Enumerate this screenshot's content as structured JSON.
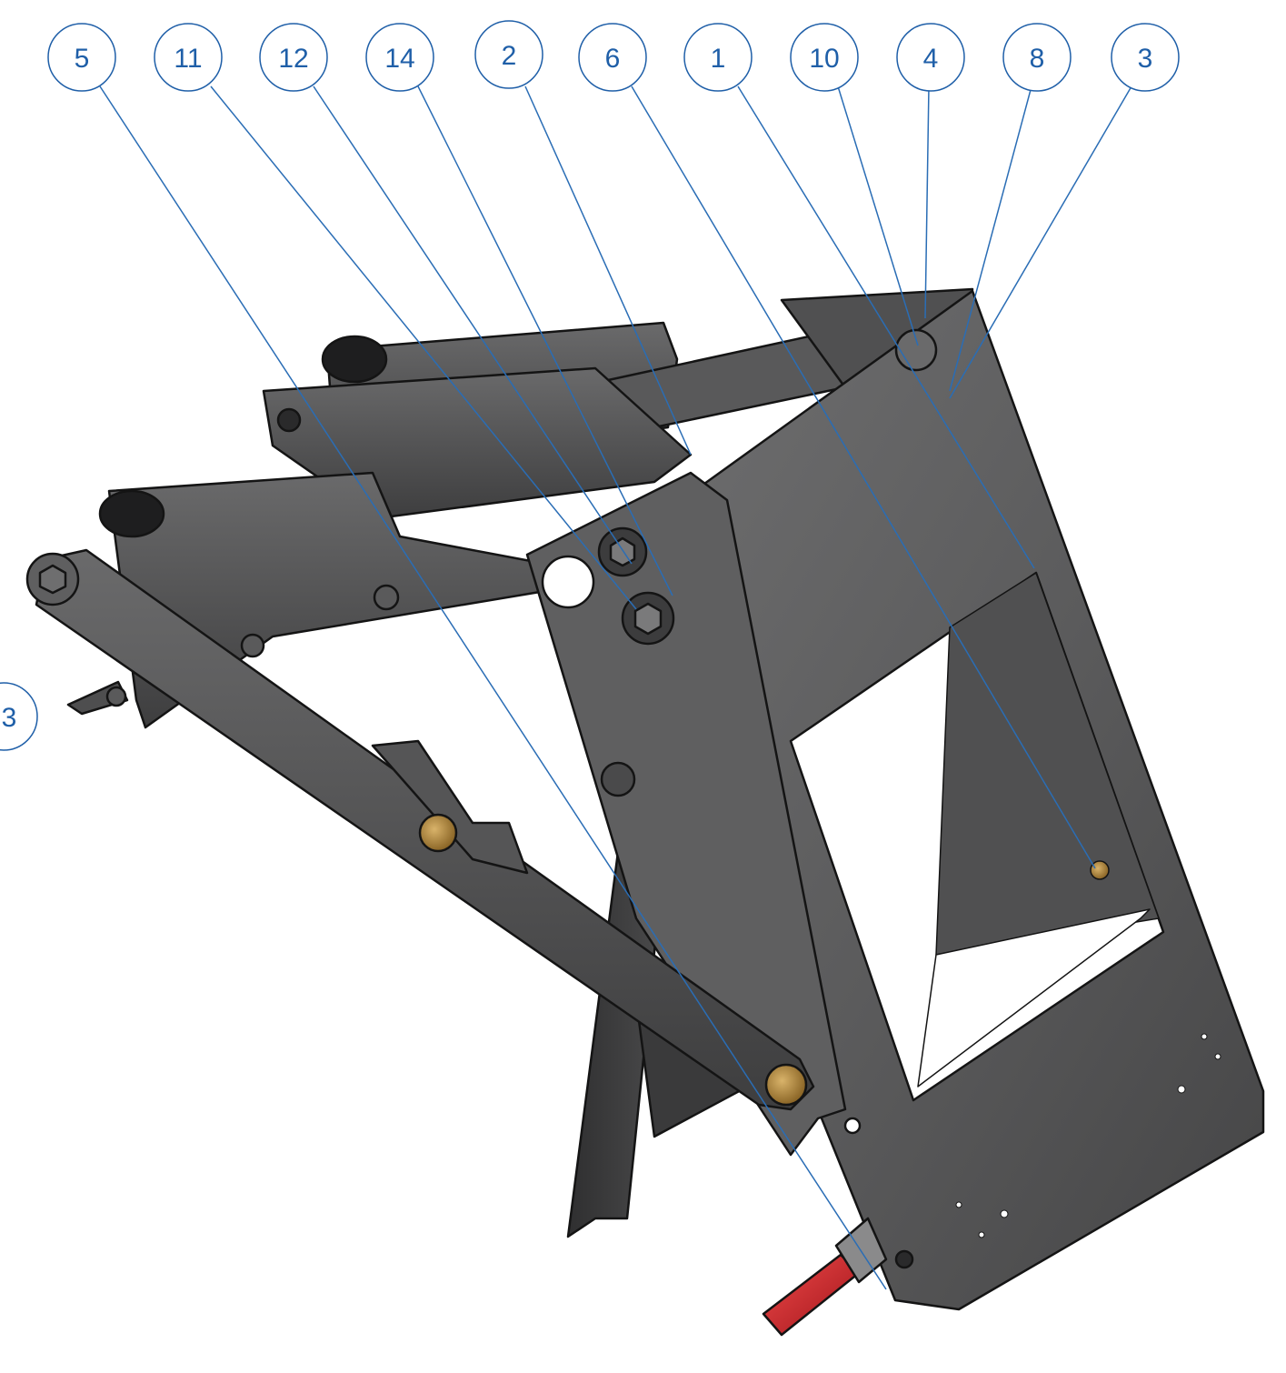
{
  "colors": {
    "balloon": "#1f5fa8",
    "leader": "#2a6db5",
    "steel_dark": "#3f3f40",
    "steel_mid": "#5a5a5b",
    "steel_light": "#767677",
    "outline": "#141414",
    "brass": "#b48a3c",
    "handle_red": "#d41e23",
    "background": "#ffffff"
  },
  "balloons": [
    {
      "label": "5"
    },
    {
      "label": "11"
    },
    {
      "label": "12"
    },
    {
      "label": "14"
    },
    {
      "label": "2"
    },
    {
      "label": "6"
    },
    {
      "label": "1"
    },
    {
      "label": "10"
    },
    {
      "label": "4"
    },
    {
      "label": "8"
    },
    {
      "label": "3"
    },
    {
      "label": "3"
    }
  ]
}
